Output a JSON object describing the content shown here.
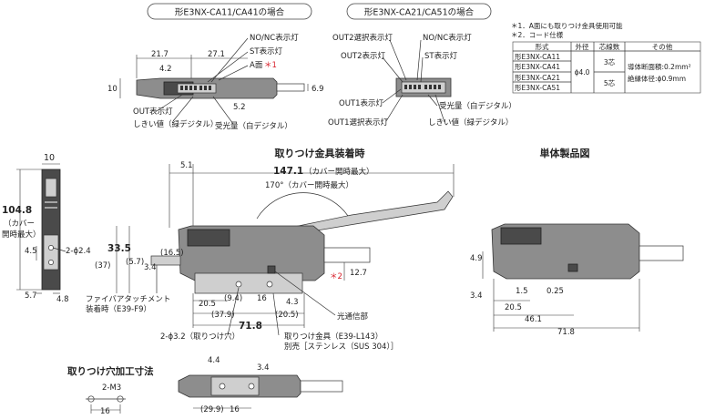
{
  "top_left": {
    "heading": "形E3NX-CA11/CA41の場合",
    "dims": {
      "d21_7": "21.7",
      "d27_1": "27.1",
      "d4_2": "4.2",
      "d10": "10",
      "d6_9": "6.9",
      "d5_2": "5.2"
    },
    "labels": {
      "no_nc": "NO/NC表示灯",
      "st": "ST表示灯",
      "a_face": "A面",
      "a_face_mark": "＊1",
      "out": "OUT表示灯",
      "threshold": "しきい値（緑デジタル）",
      "received": "受光量（白デジタル）"
    }
  },
  "top_mid": {
    "heading": "形E3NX-CA21/CA51の場合",
    "labels": {
      "out2_sel": "OUT2選択表示灯",
      "no_nc": "NO/NC表示灯",
      "out2": "OUT2表示灯",
      "st": "ST表示灯",
      "out1": "OUT1表示灯",
      "received": "受光量（白デジタル）",
      "out1_sel": "OUT1選択表示灯",
      "threshold": "しきい値（緑デジタル）"
    }
  },
  "notes": {
    "note1": "＊1．A面にも取りつけ金具使用可能",
    "note2": "＊2．コード仕様"
  },
  "spec_table": {
    "headers": [
      "形式",
      "外径",
      "芯線数",
      "その他"
    ],
    "models": [
      "形E3NX-CA11",
      "形E3NX-CA41",
      "形E3NX-CA21",
      "形E3NX-CA51"
    ],
    "diameter": "ϕ4.0",
    "cores_3": "3芯",
    "cores_5": "5芯",
    "other_1": "導体断面積:0.2mm²",
    "other_2": "絶縁体径:ϕ0.9mm"
  },
  "side_view": {
    "dims": {
      "w10": "10",
      "h104_8": "104.8",
      "cover_note_1": "（カバー",
      "cover_note_2": "開時最大）",
      "d4_5": "4.5",
      "d5_7": "5.7",
      "d4_8": "4.8",
      "hole": "2-ϕ2.4"
    }
  },
  "main_view": {
    "title": "取りつけ金具装着時",
    "dims": {
      "d5_1": "5.1",
      "d147_1": "147.1",
      "cover_max": "（カバー開時最大）",
      "angle": "170°（カバー開時最大）",
      "d33_5": "33.5",
      "d37": "(37)",
      "d16_5": "(16.5)",
      "d5_7": "(5.7)",
      "d3_4": "3.4",
      "d12_7": "12.7",
      "d20_5": "20.5",
      "d9_4": "(9.4)",
      "d16": "16",
      "d4_3": "4.3",
      "d37_9": "(37.9)",
      "d20_5b": "(20.5)",
      "d71_8": "71.8",
      "mark2": "＊2"
    },
    "labels": {
      "fiber_1": "ファイバアタッチメント",
      "fiber_2": "装着時（E39-F9）",
      "holes": "2-ϕ3.2（取りつけ穴）",
      "bracket_1": "取りつけ金具（E39-L143）",
      "bracket_2": "別売［ステンレス（SUS 304）］",
      "emitter": "光通信部"
    }
  },
  "unit_view": {
    "title": "単体製品図",
    "dims": {
      "d4_9": "4.9",
      "d3_4": "3.4",
      "d1_5": "1.5",
      "d0_25": "0.25",
      "d20_5": "20.5",
      "d46_1": "46.1",
      "d71_8": "71.8"
    }
  },
  "hole_view": {
    "title": "取りつけ穴加工寸法",
    "dims": {
      "m3": "2-M3",
      "d16": "16"
    }
  },
  "bottom_view": {
    "dims": {
      "d4_4": "4.4",
      "d3_4": "3.4",
      "d29_9": "(29.9)",
      "d16": "16"
    }
  }
}
